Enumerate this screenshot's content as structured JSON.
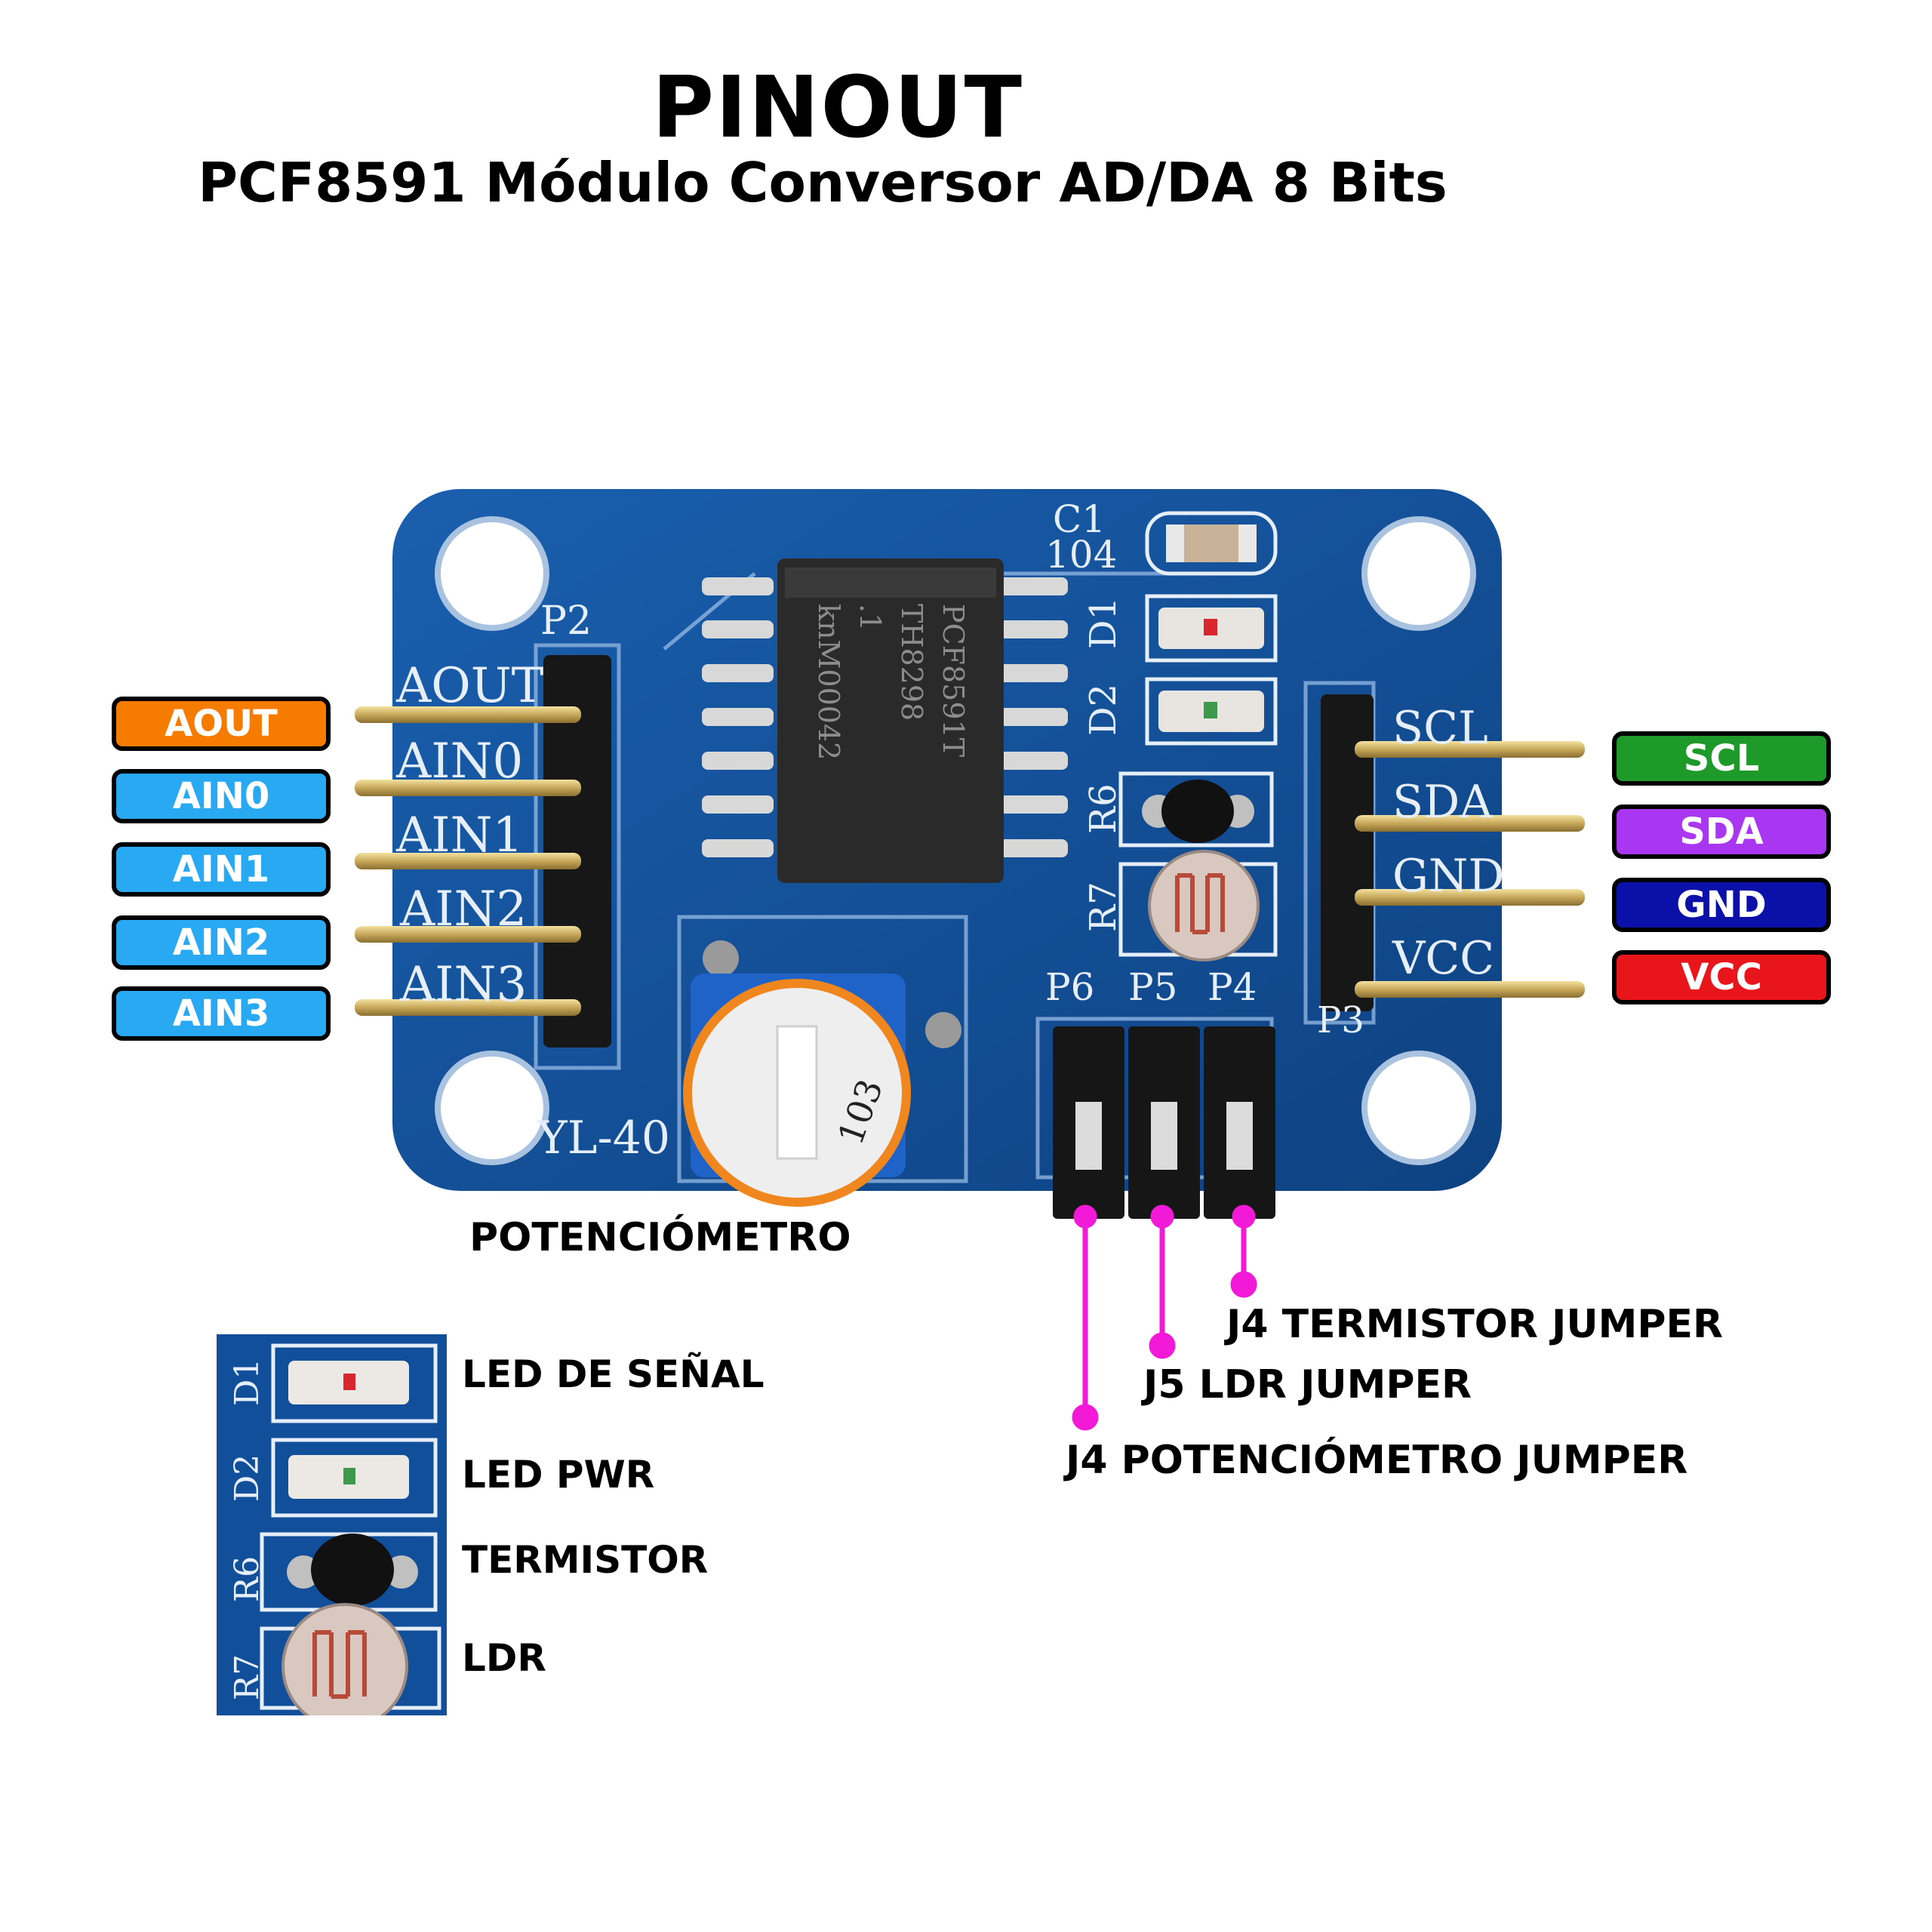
{
  "header": {
    "title": "PINOUT",
    "subtitle": "PCF8591 Módulo Conversor AD/DA 8 Bits"
  },
  "left_pins": [
    {
      "label": "AOUT",
      "color": "#f57c00"
    },
    {
      "label": "AIN0",
      "color": "#29a9f2"
    },
    {
      "label": "AIN1",
      "color": "#29a9f2"
    },
    {
      "label": "AIN2",
      "color": "#29a9f2"
    },
    {
      "label": "AIN3",
      "color": "#29a9f2"
    }
  ],
  "right_pins": [
    {
      "label": "SCL",
      "color": "#1e9a2a"
    },
    {
      "label": "SDA",
      "color": "#a936f0"
    },
    {
      "label": "GND",
      "color": "#0b10a8"
    },
    {
      "label": "VCC",
      "color": "#e8161a"
    }
  ],
  "board_silkscreen": {
    "p2": "P2",
    "p3": "P3",
    "aout": "AOUT",
    "ain0": "AIN0",
    "ain1": "AIN1",
    "ain2": "AIN2",
    "ain3": "AIN3",
    "scl": "SCL",
    "sda": "SDA",
    "gnd": "GND",
    "vcc": "VCC",
    "c1": "C1",
    "c1_value": "104",
    "d1": "D1",
    "d2": "D2",
    "r6": "R6",
    "r7": "R7",
    "p6": "P6",
    "p5": "P5",
    "p4": "P4",
    "board_name": "YL-40",
    "chip_line1": "PCF8591T",
    "chip_line2": "TH8298",
    "chip_line3": ".1",
    "chip_line4": "knM00042",
    "pot_marking": "103"
  },
  "annotations": {
    "potentiometer": "POTENCIÓMETRO",
    "j4_termistor": "J4 TERMISTOR JUMPER",
    "j5_ldr": "J5 LDR JUMPER",
    "j4_pot": "J4 POTENCIÓMETRO JUMPER"
  },
  "legend": [
    {
      "label": "LED DE SEÑAL",
      "silk": "D1"
    },
    {
      "label": "LED PWR",
      "silk": "D2"
    },
    {
      "label": "TERMISTOR",
      "silk": "R6"
    },
    {
      "label": "LDR",
      "silk": "R7"
    }
  ],
  "colors": {
    "board": "#124f9a",
    "pot_highlight": "#f0861e",
    "jumper_line": "#f21ad6"
  }
}
